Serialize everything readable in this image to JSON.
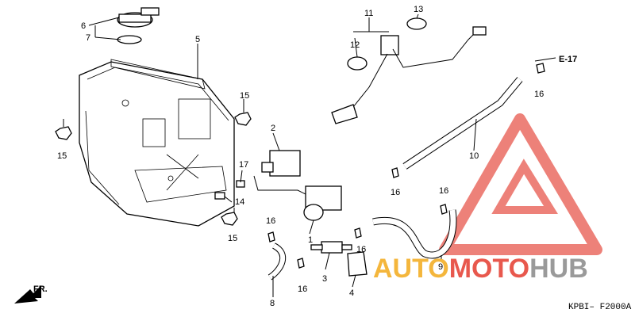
{
  "diagram": {
    "code": "KPBI– F2000A",
    "ref_label": "E-17",
    "front_label": "FR.",
    "callouts": {
      "c1": "1",
      "c2": "2",
      "c3": "3",
      "c4": "4",
      "c5": "5",
      "c6": "6",
      "c7": "7",
      "c8": "8",
      "c9": "9",
      "c10": "10",
      "c11": "11",
      "c12": "12",
      "c13": "13",
      "c14": "14",
      "c15a": "15",
      "c15b": "15",
      "c15c": "15",
      "c16a": "16",
      "c16b": "16",
      "c16c": "16",
      "c16d": "16",
      "c16e": "16",
      "c16f": "16",
      "c17": "17"
    }
  },
  "watermark": {
    "part1": "AUTO",
    "part2": "MOTO",
    "part3": "HUB",
    "colors": {
      "orange": "#f4b63c",
      "red": "#e8584d",
      "gray": "#9a9a9a"
    }
  }
}
